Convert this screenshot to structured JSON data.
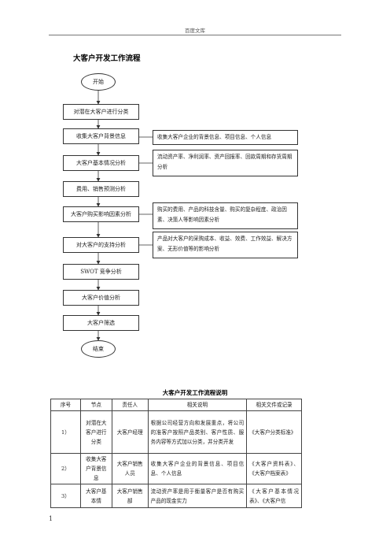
{
  "header": {
    "site": "百度文库"
  },
  "doc": {
    "title": "大客户开发工作流程"
  },
  "flow": {
    "start": "开始",
    "end": "结束",
    "steps": [
      "对潜在大客户进行分类",
      "收集大客户背景信息",
      "大客户基本情况分析",
      "费用、销售预测分析",
      "大客户购买影响因素分析",
      "对大客户的支持分析",
      "SWOT 竞争分析",
      "大客户价值分析",
      "大客户筛选"
    ],
    "notes": [
      "收集大客户企业的背景信息、项目信息、个人信息",
      "流动资产率、净利润率、资产回报率、回款周期和存货周期分析",
      "购买的费用、产品的科技含量、购买的复杂程度、政治因素、决策人等影响因素分析",
      "产品对大客户的采购成本、收益、效费、工作效益、解决方案、无形价值等的影响分析"
    ]
  },
  "table": {
    "title": "大客户开发工作流程说明",
    "headers": [
      "序号",
      "节点",
      "责任人",
      "相关说明",
      "相关文件或记录"
    ],
    "rows": [
      {
        "no": "1）",
        "node": "对潜在大客户进行分类",
        "owner": "大客户经理",
        "desc": "根据公司经营方向和发展重点，将公司的准客户按照产品类别、客户性质、服务内容等方式加以分类，并分类开发",
        "docs": "《大客户分类标准》"
      },
      {
        "no": "2）",
        "node": "收集大客户背景信息",
        "owner": "大客户销售人员",
        "desc": "收集大客户企业的背景信息、项目信息、个人信息",
        "docs": "《大客户资料表》、《大客户档案表》"
      },
      {
        "no": "3）",
        "node": "大客户基本情",
        "owner": "大客户销售部",
        "desc": "流动资产率是用于衡量客户是否有购买产品的现金实力",
        "docs": "《大客户基本情况表》、《大客户信"
      }
    ]
  },
  "footer": {
    "page": "1"
  }
}
